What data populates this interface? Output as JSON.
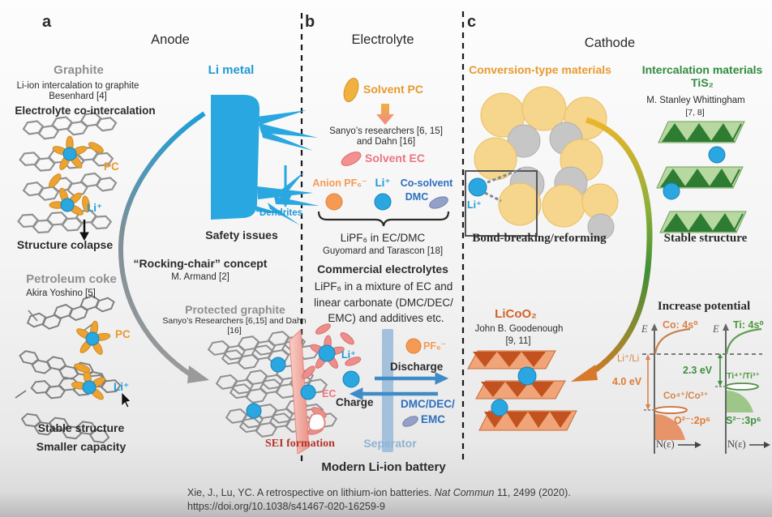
{
  "colors": {
    "li_blue": "#29a7e0",
    "pc_orange": "#eda332",
    "ec_pink": "#ec8e8a",
    "green": "#2e8b3d",
    "licoo2_orange": "#d2622a",
    "sei_red": "#b5342a",
    "royal_blue": "#2b6fbe",
    "separator_blue": "#a3c0dd",
    "yellow_particle": "#f6d58c",
    "gray_particle": "#c6c6c6"
  },
  "a": {
    "label": "a",
    "title": "Anode",
    "graphite": "Graphite",
    "graphite_sub": "Li-ion intercalation to graphite",
    "graphite_ref": "Besenhard [4]",
    "co_intercalation": "Electrolyte co-intercalation",
    "pc1": "PC",
    "li1": "Li⁺",
    "collapse": "Structure colapse",
    "coke": "Petroleum coke",
    "coke_ref": "Akira Yoshino [5]",
    "pc2": "PC",
    "li2": "Li⁺",
    "stable": "Stable structure",
    "capacity": "Smaller capacity",
    "li_metal": "Li metal",
    "dendrites": "Dendrites",
    "safety": "Safety issues",
    "rocking": "“Rocking-chair” concept",
    "armand": "M. Armand [2]",
    "protected": "Protected graphite",
    "protected_ref1": "Sanyo’s Researchers [6,15] and Dahn",
    "protected_ref2": "[16]"
  },
  "b": {
    "label": "b",
    "title": "Electrolyte",
    "solvent_pc": "Solvent PC",
    "sanyo": "Sanyo’s researchers [6, 15]",
    "dahn": "and Dahn [16]",
    "solvent_ec": "Solvent EC",
    "anion": "Anion PF₆⁻",
    "li_ion": "Li⁺",
    "cosolvent": "Co-solvent",
    "dmc": "DMC",
    "lipf6": "LiPF₆ in EC/DMC",
    "guyomard": "Guyomard and Tarascon [18]",
    "commercial": "Commercial electrolytes",
    "commercial_l1": "LiPF₆ in a mixture of EC and",
    "commercial_l2": "linear carbonate (DMC/DEC/",
    "commercial_l3": "EMC) and additives etc.",
    "li_ion2": "Li⁺",
    "ec": "EC",
    "pf6": "PF₆⁻",
    "discharge": "Discharge",
    "charge": "Charge",
    "dmc_dec": "DMC/DEC/",
    "emc": "EMC",
    "sei": "SEI formation",
    "separator": "Seperator",
    "modern": "Modern Li-ion battery"
  },
  "c": {
    "label": "c",
    "title": "Cathode",
    "conversion": "Conversion-type materials",
    "intercalation": "Intercalation materials",
    "tis2": "TiS₂",
    "whittingham": "M. Stanley Whittingham",
    "whittingham_ref": "[7, 8]",
    "li_box": "Li⁺",
    "bond_breaking": "Bond-breaking/reforming",
    "stable": "Stable structure",
    "licoo2": "LiCoO₂",
    "goodenough": "John B. Goodenough",
    "goodenough_ref": "[9, 11]",
    "increase_potential": "Increase potential",
    "diagram_left": {
      "e_axis": "E",
      "band_top": "Co: 4s⁰",
      "li_level": "Li⁺/Li",
      "gap": "4.0 eV",
      "redox": "Co⁴⁺/Co³⁺",
      "band_bottom": "O²⁻:2p⁶",
      "x_axis": "N(ε)"
    },
    "diagram_right": {
      "e_axis": "E",
      "band_top": "Ti: 4s⁰",
      "gap": "2.3 eV",
      "redox": "Ti⁴⁺/Ti³⁺",
      "band_bottom": "S²⁻:3p⁶",
      "x_axis": "N(ε)"
    }
  },
  "footer": {
    "citation_pre": "Xie, J., Lu, YC. A retrospective on lithium-ion batteries. ",
    "citation_italic": "Nat Commun",
    "citation_post": " 11, 2499 (2020).",
    "citation_doi": "https://doi.org/10.1038/s41467-020-16259-9"
  }
}
